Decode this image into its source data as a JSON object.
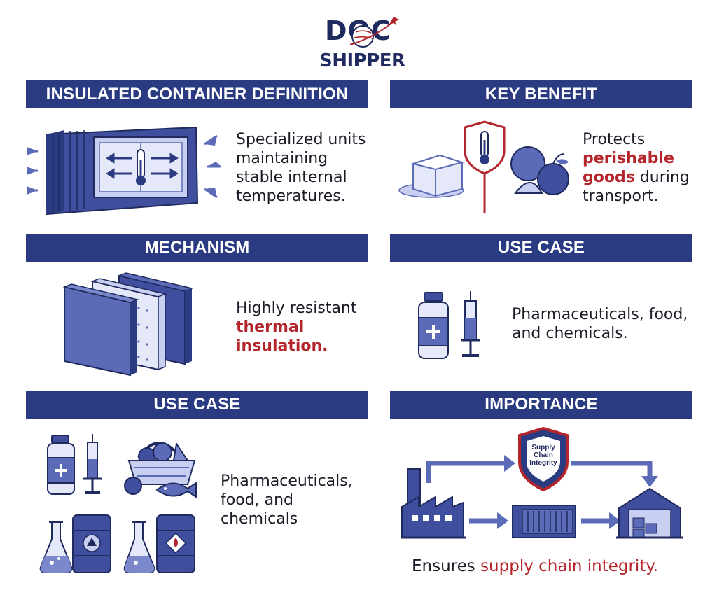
{
  "logo": {
    "line1": "DOC",
    "line2": "SHIPPER"
  },
  "sections": {
    "definition": {
      "title": "INSULATED CONTAINER DEFINITION",
      "text": "Specialized units maintaining stable internal temperatures."
    },
    "benefit": {
      "title": "KEY BENEFIT",
      "text_before": "Protects",
      "highlight": "perishable goods",
      "text_after": "during transport."
    },
    "mechanism": {
      "title": "MECHANISM",
      "text_before": "Highly resistant",
      "highlight": "thermal insulation."
    },
    "use_case_1": {
      "title": "USE CASE",
      "text": "Pharmaceuticals, food, and chemicals."
    },
    "use_case_2": {
      "title": "USE CASE",
      "text": "Pharmaceuticals, food, and chemicals"
    },
    "importance": {
      "title": "IMPORTANCE",
      "shield_label": "Supply Chain Integrity",
      "text_before": "Ensures",
      "highlight": "supply chain integrity."
    }
  },
  "colors": {
    "navy": "#2b3b82",
    "dark_navy": "#1f2a5e",
    "accent_red": "#b3242b",
    "icon_fill": "#5b6bb8",
    "icon_light": "#c9cff0"
  }
}
